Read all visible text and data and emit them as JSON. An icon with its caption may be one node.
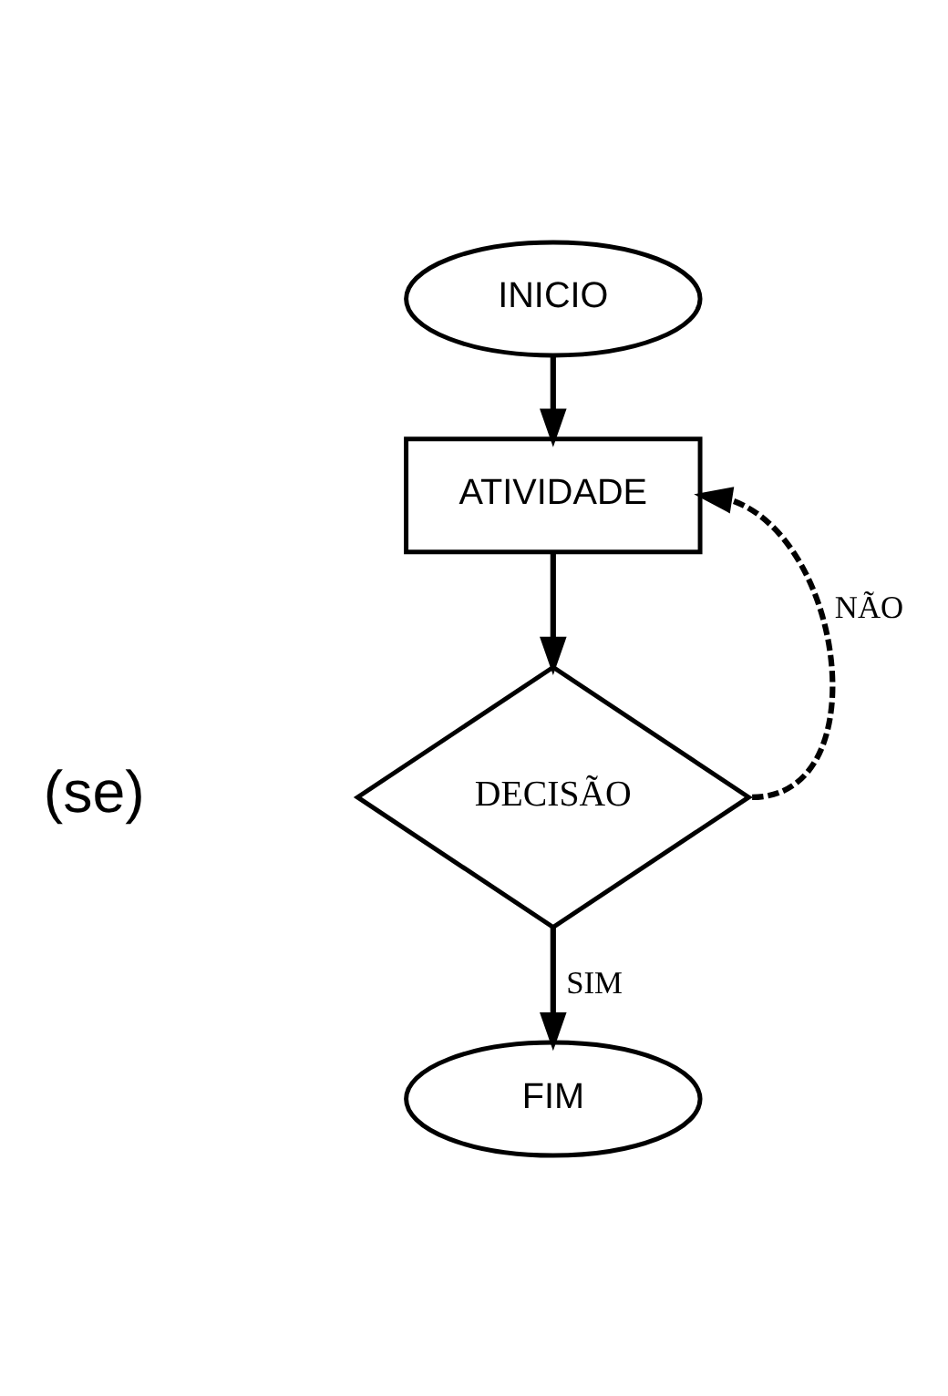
{
  "diagram": {
    "nodes": [
      {
        "text": [
          "INICIO"
        ]
      },
      {
        "text": [
          "ATIVIDADE"
        ]
      },
      {
        "text": [
          "DECISÃO"
        ]
      },
      {
        "text": [
          "FIM"
        ]
      }
    ],
    "edges": [
      {
        "from": 0,
        "to": 1,
        "arrow": "to"
      },
      {
        "from": 1,
        "to": 2,
        "arrow": "to"
      },
      {
        "from": 2,
        "to": 1,
        "arrow": "to",
        "label": "NÃO",
        "style": "dashed"
      },
      {
        "from": 2,
        "to": 3,
        "arrow": "to",
        "label": "SIM"
      }
    ],
    "labels": [
      "(se)"
    ]
  }
}
